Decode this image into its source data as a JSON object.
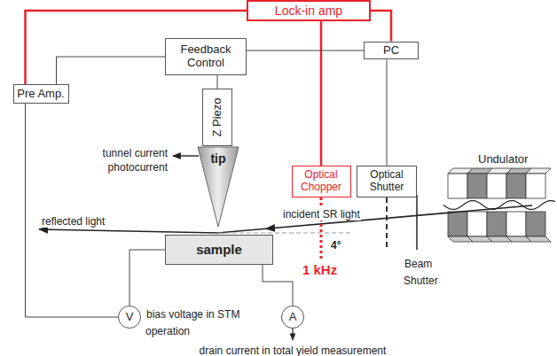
{
  "diagram": {
    "nodes": [
      {
        "text": [
          "Lock-in amp"
        ]
      },
      {
        "text": [
          "Feedback Control"
        ]
      },
      {
        "text": [
          "PC"
        ]
      },
      {
        "text": [
          "Pre Amp."
        ]
      },
      {
        "text": [
          "Z Piezo"
        ]
      },
      {
        "text": [
          "tip"
        ]
      },
      {
        "text": [
          "Optical Chopper"
        ]
      },
      {
        "text": [
          "Optical Shutter"
        ]
      },
      {
        "text": [
          "sample"
        ]
      },
      {
        "text": [
          "V"
        ]
      },
      {
        "text": [
          "A"
        ]
      }
    ],
    "edges": [
      {
        "from": 0,
        "to": 3,
        "arrow": "none"
      },
      {
        "from": 0,
        "to": 2,
        "arrow": "none"
      },
      {
        "from": 0,
        "to": 6,
        "arrow": "none"
      },
      {
        "from": 1,
        "to": 2,
        "arrow": "none"
      },
      {
        "from": 3,
        "to": 1,
        "arrow": "none"
      },
      {
        "from": 1,
        "to": 4,
        "arrow": "none"
      },
      {
        "from": 2,
        "to": 7,
        "arrow": "none"
      },
      {
        "from": 3,
        "to": 9,
        "arrow": "none"
      },
      {
        "from": 9,
        "to": 8,
        "arrow": "none"
      },
      {
        "from": 8,
        "to": 10,
        "arrow": "none"
      }
    ],
    "labels": [
      "tunnel current",
      "photocurrent",
      "reflected light",
      "incident SR light",
      "4°",
      "1 kHz",
      "Beam Shutter",
      "Undulator",
      "bias voltage in STM operation",
      "drain current in total yield measurement"
    ]
  }
}
